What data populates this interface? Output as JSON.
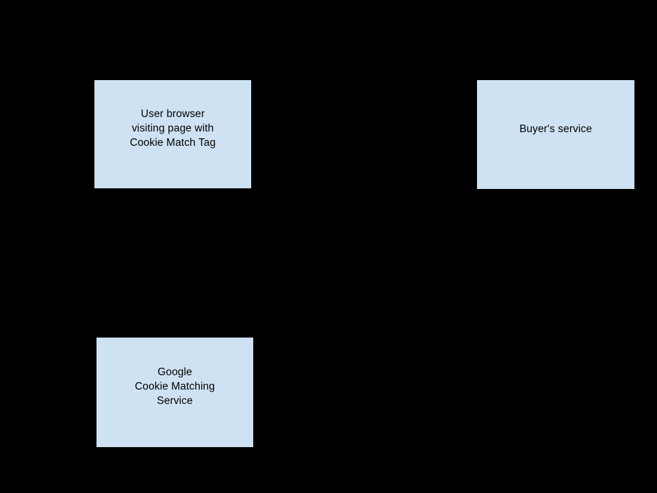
{
  "canvas": {
    "background_color": "#000000"
  },
  "diagram": {
    "type": "flow-diagram",
    "node_fill_color": "#cfe2f3",
    "node_border_color": "#000000",
    "node_text_color": "#000000",
    "nodes": [
      {
        "id": "user-browser",
        "label": "User browser\nvisiting page with\nCookie Match Tag"
      },
      {
        "id": "buyers-service",
        "label": "Buyer's service"
      },
      {
        "id": "google-cookie-matching-service",
        "label": "Google\nCookie Matching\nService"
      }
    ]
  }
}
